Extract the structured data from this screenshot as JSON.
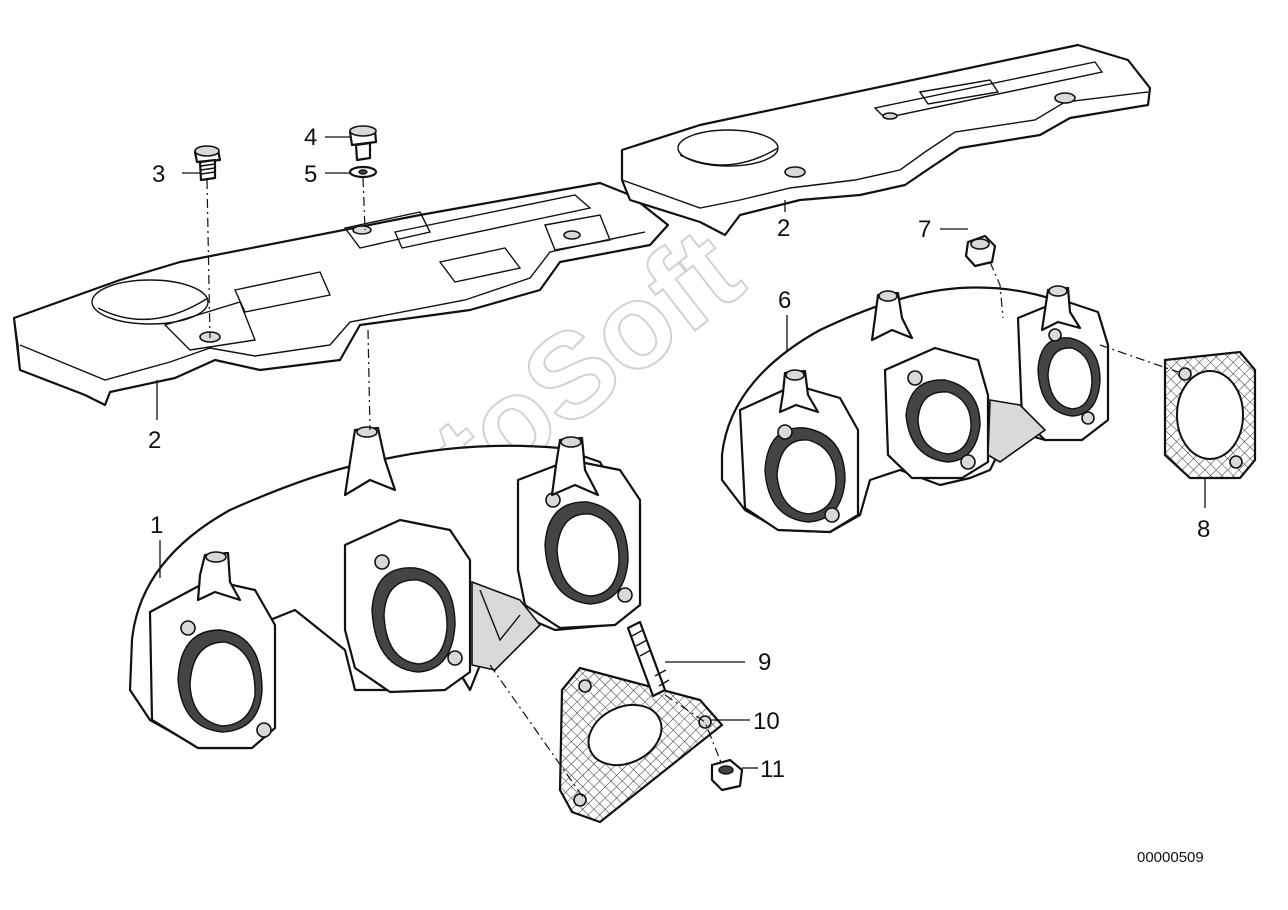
{
  "diagram": {
    "watermark": "AutoSoft",
    "drawing_code": "00000509",
    "callouts": {
      "c1": "1",
      "c2a": "2",
      "c2b": "2",
      "c3": "3",
      "c4": "4",
      "c5": "5",
      "c6": "6",
      "c7": "7",
      "c8": "8",
      "c9": "9",
      "c10": "10",
      "c11": "11"
    }
  }
}
